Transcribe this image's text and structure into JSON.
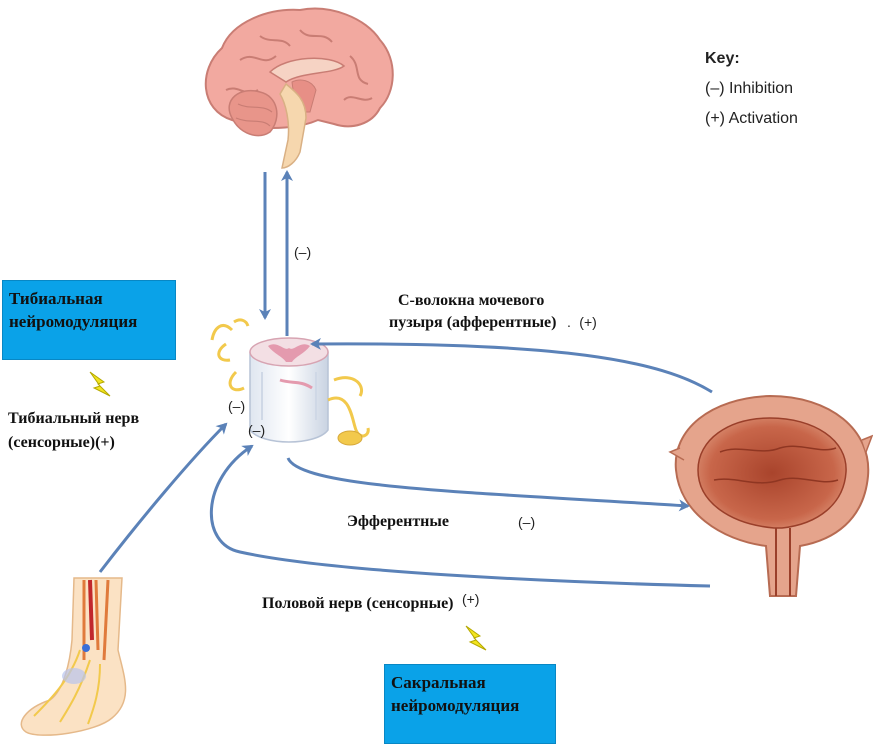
{
  "key": {
    "title": "Key:",
    "inhibition": "(–) Inhibition",
    "activation": "(+) Activation"
  },
  "signs": {
    "brain_descending": "(–)",
    "cord_left_upper": "(–)",
    "cord_left_lower": "(–)",
    "efferent": "(–)",
    "bladder_afferent": "(+)",
    "pudendal": "(+)"
  },
  "labels": {
    "bladder_c_fibers_line1": "С-волокна мочевого",
    "bladder_c_fibers_line2": "пузыря (афферентные)",
    "bladder_c_fibers_dot": ".",
    "efferent": "Эфферентные",
    "tibial_nerve_line1": "Тибиальный нерв",
    "tibial_nerve_line2": "(сенсорные)(+)",
    "pudendal_nerve": "Половой нерв (сенсорные)"
  },
  "boxes": {
    "tibial_line1": "Тибиальная",
    "tibial_line2": "нейромодуляция",
    "sacral_line1": "Сакральная",
    "sacral_line2": "нейромодуляция"
  },
  "colors": {
    "arrow": "#5b82b8",
    "box": "#0aa2e8",
    "bolt": "#f3e51f",
    "nerve": "#f2c94c"
  }
}
